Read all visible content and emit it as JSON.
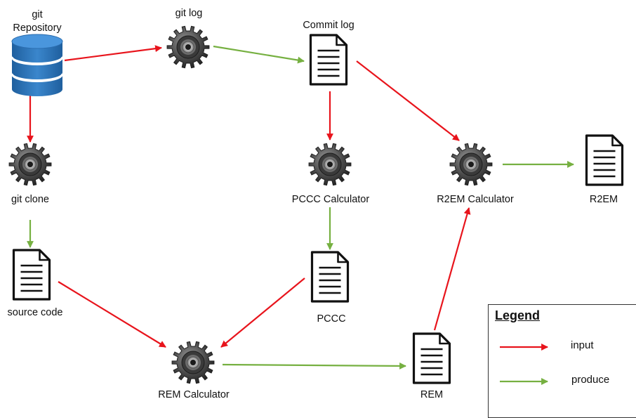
{
  "colors": {
    "input": "#e8141c",
    "produce": "#76b041",
    "repo": "#2e75b6"
  },
  "nodes": {
    "git_repository": {
      "label_line1": "git",
      "label_line2": "Repository",
      "icon": "database-icon"
    },
    "git_log": {
      "label": "git log",
      "icon": "gear-icon"
    },
    "commit_log": {
      "label": "Commit log",
      "icon": "document-icon"
    },
    "git_clone": {
      "label": "git clone",
      "icon": "gear-icon"
    },
    "pccc_calculator": {
      "label": "PCCC Calculator",
      "icon": "gear-icon"
    },
    "r2em_calculator": {
      "label": "R2EM Calculator",
      "icon": "gear-icon"
    },
    "r2em": {
      "label": "R2EM",
      "icon": "document-icon"
    },
    "source_code": {
      "label": "source code",
      "icon": "document-icon"
    },
    "pccc": {
      "label": "PCCC",
      "icon": "document-icon"
    },
    "rem_calculator": {
      "label": "REM Calculator",
      "icon": "gear-icon"
    },
    "rem": {
      "label": "REM",
      "icon": "document-icon"
    }
  },
  "edges": [
    {
      "from": "git_repository",
      "to": "git_log",
      "type": "input"
    },
    {
      "from": "git_log",
      "to": "commit_log",
      "type": "produce"
    },
    {
      "from": "git_repository",
      "to": "git_clone",
      "type": "input"
    },
    {
      "from": "commit_log",
      "to": "pccc_calculator",
      "type": "input"
    },
    {
      "from": "commit_log",
      "to": "r2em_calculator",
      "type": "input"
    },
    {
      "from": "r2em_calculator",
      "to": "r2em",
      "type": "produce"
    },
    {
      "from": "git_clone",
      "to": "source_code",
      "type": "produce"
    },
    {
      "from": "pccc_calculator",
      "to": "pccc",
      "type": "produce"
    },
    {
      "from": "source_code",
      "to": "rem_calculator",
      "type": "input"
    },
    {
      "from": "pccc",
      "to": "rem_calculator",
      "type": "input"
    },
    {
      "from": "rem_calculator",
      "to": "rem",
      "type": "produce"
    },
    {
      "from": "rem",
      "to": "r2em_calculator",
      "type": "input"
    }
  ],
  "legend": {
    "title": "Legend",
    "input_label": "input",
    "produce_label": "produce"
  }
}
